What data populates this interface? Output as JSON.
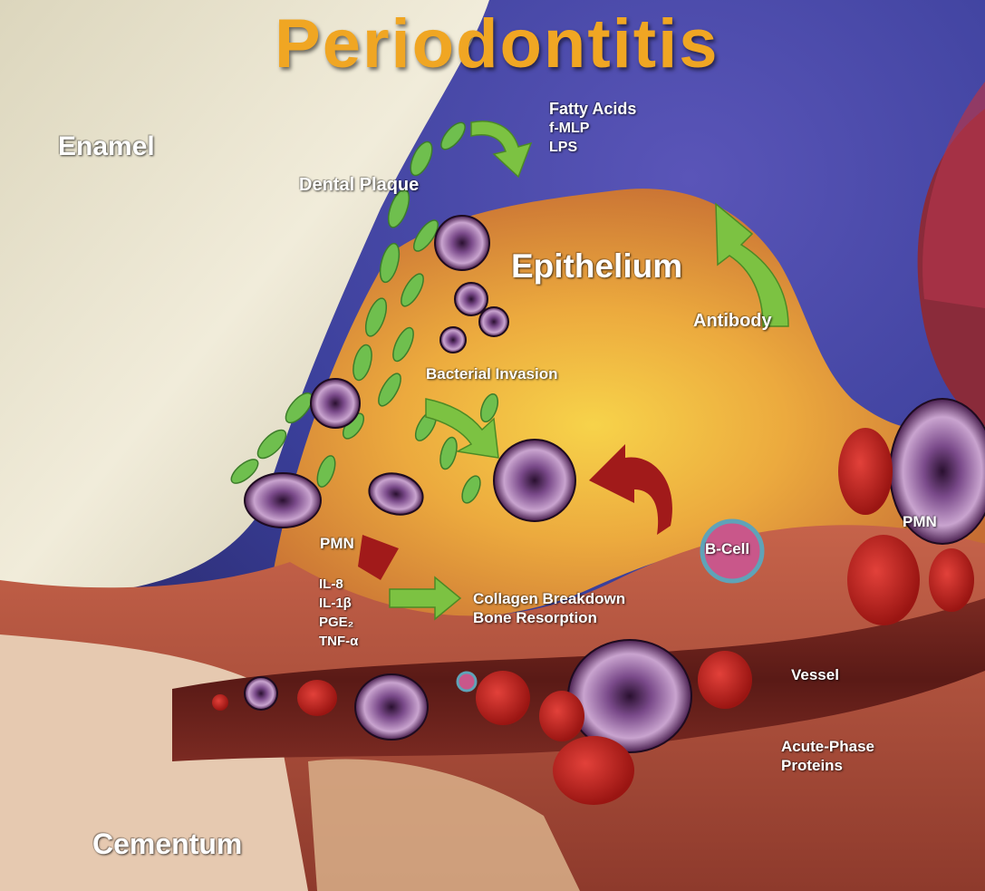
{
  "title": "Periodontitis",
  "colors": {
    "title": "#f0a623",
    "sky": "#3a3f9a",
    "epithelium": "#e59a3a",
    "gum": "#b5543f",
    "enamel": "#e9e4cf",
    "arrow_green": "#7cc242",
    "arrow_red": "#9e1b1b",
    "blood_cell": "#c8201d"
  },
  "labels": {
    "enamel": "Enamel",
    "dental_plaque": "Dental Plaque",
    "fatty_acids": [
      "Fatty Acids",
      "f-MLP",
      "LPS"
    ],
    "epithelium": "Epithelium",
    "antibody": "Antibody",
    "bacterial_invasion": "Bacterial Invasion",
    "pmn_left": "PMN",
    "pmn_right": "PMN",
    "b_cell": "B-Cell",
    "cytokines": [
      "IL-8",
      "IL-1β",
      "PGE₂",
      "TNF-α"
    ],
    "collagen": [
      "Collagen Breakdown",
      "Bone Resorption"
    ],
    "vessel": "Vessel",
    "acute_phase": [
      "Acute-Phase",
      "Proteins"
    ],
    "cementum": "Cementum"
  }
}
